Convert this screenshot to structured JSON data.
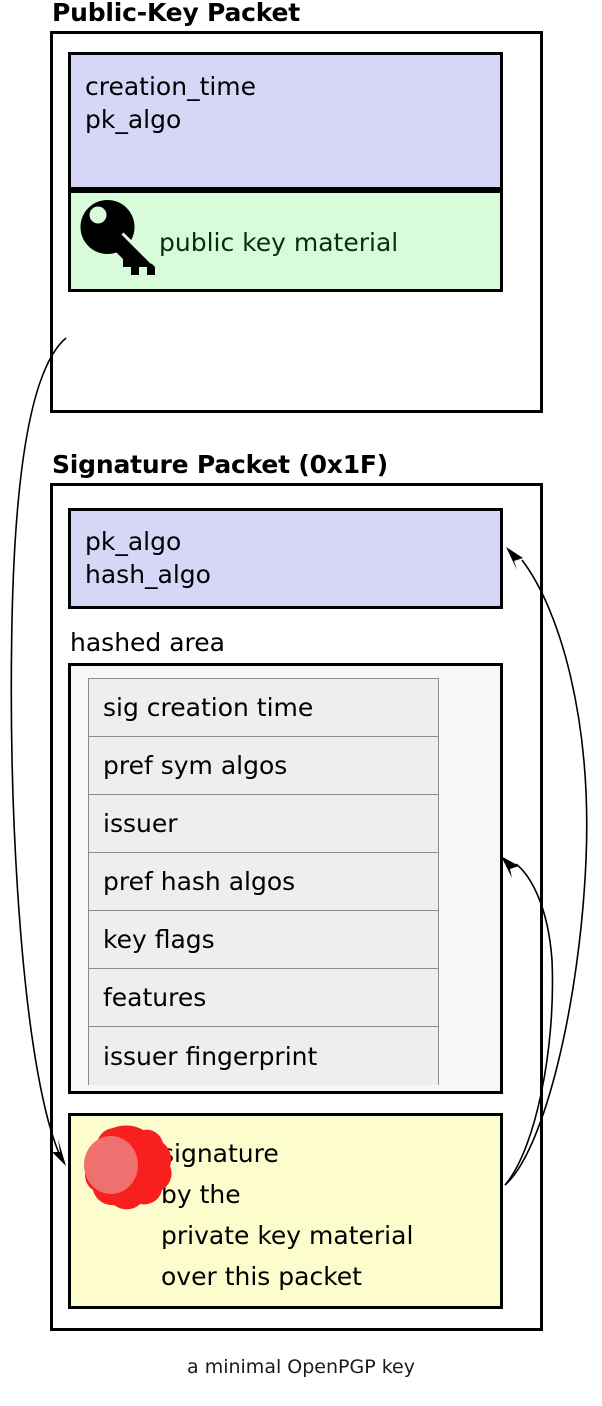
{
  "diagram": {
    "caption": "a minimal OpenPGP key",
    "colors": {
      "lavender": "#d6d6f7",
      "green": "#d8fcda",
      "yellow": "#fcfccd",
      "subpacket_gray": "#eeeeee",
      "hashed_area_gray": "#f7f7f7",
      "seal_red_ring": "#f81f1f",
      "seal_red_fill": "#f07070",
      "key_icon": "#000000",
      "stroke": "#000000"
    },
    "packets": [
      {
        "title": "Public-Key Packet",
        "header_field": {
          "lines": [
            "creation_time",
            "pk_algo",
            "...",
            ""
          ],
          "text": "creation_time\npk_algo\n\n..."
        },
        "key_material_field": {
          "icon": "key-icon",
          "label": "public key material"
        }
      },
      {
        "title": "Signature Packet (0x1F)",
        "algo_field": {
          "lines": [
            "pk_algo",
            "hash_algo"
          ],
          "text": "pk_algo\nhash_algo"
        },
        "hashed_area": {
          "label": "hashed area",
          "subpackets": [
            "sig creation time",
            "pref sym algos",
            "issuer",
            "pref hash algos",
            "key flags",
            "features",
            "issuer fingerprint"
          ]
        },
        "signature_field": {
          "icon": "wax-seal-icon",
          "lines": [
            "signature",
            "by the",
            "private key material",
            "over this packet"
          ],
          "text": "signature\nby the\nprivate key material\nover this packet"
        }
      }
    ],
    "arrows": [
      {
        "name": "public-key-packet-to-signature",
        "from": "public-key-packet",
        "to": "signature-field"
      },
      {
        "name": "signature-to-algo-field",
        "from": "signature-field",
        "to": "signature-algo-field"
      },
      {
        "name": "signature-to-hashed-area",
        "from": "signature-field",
        "to": "hashed-area"
      }
    ]
  }
}
